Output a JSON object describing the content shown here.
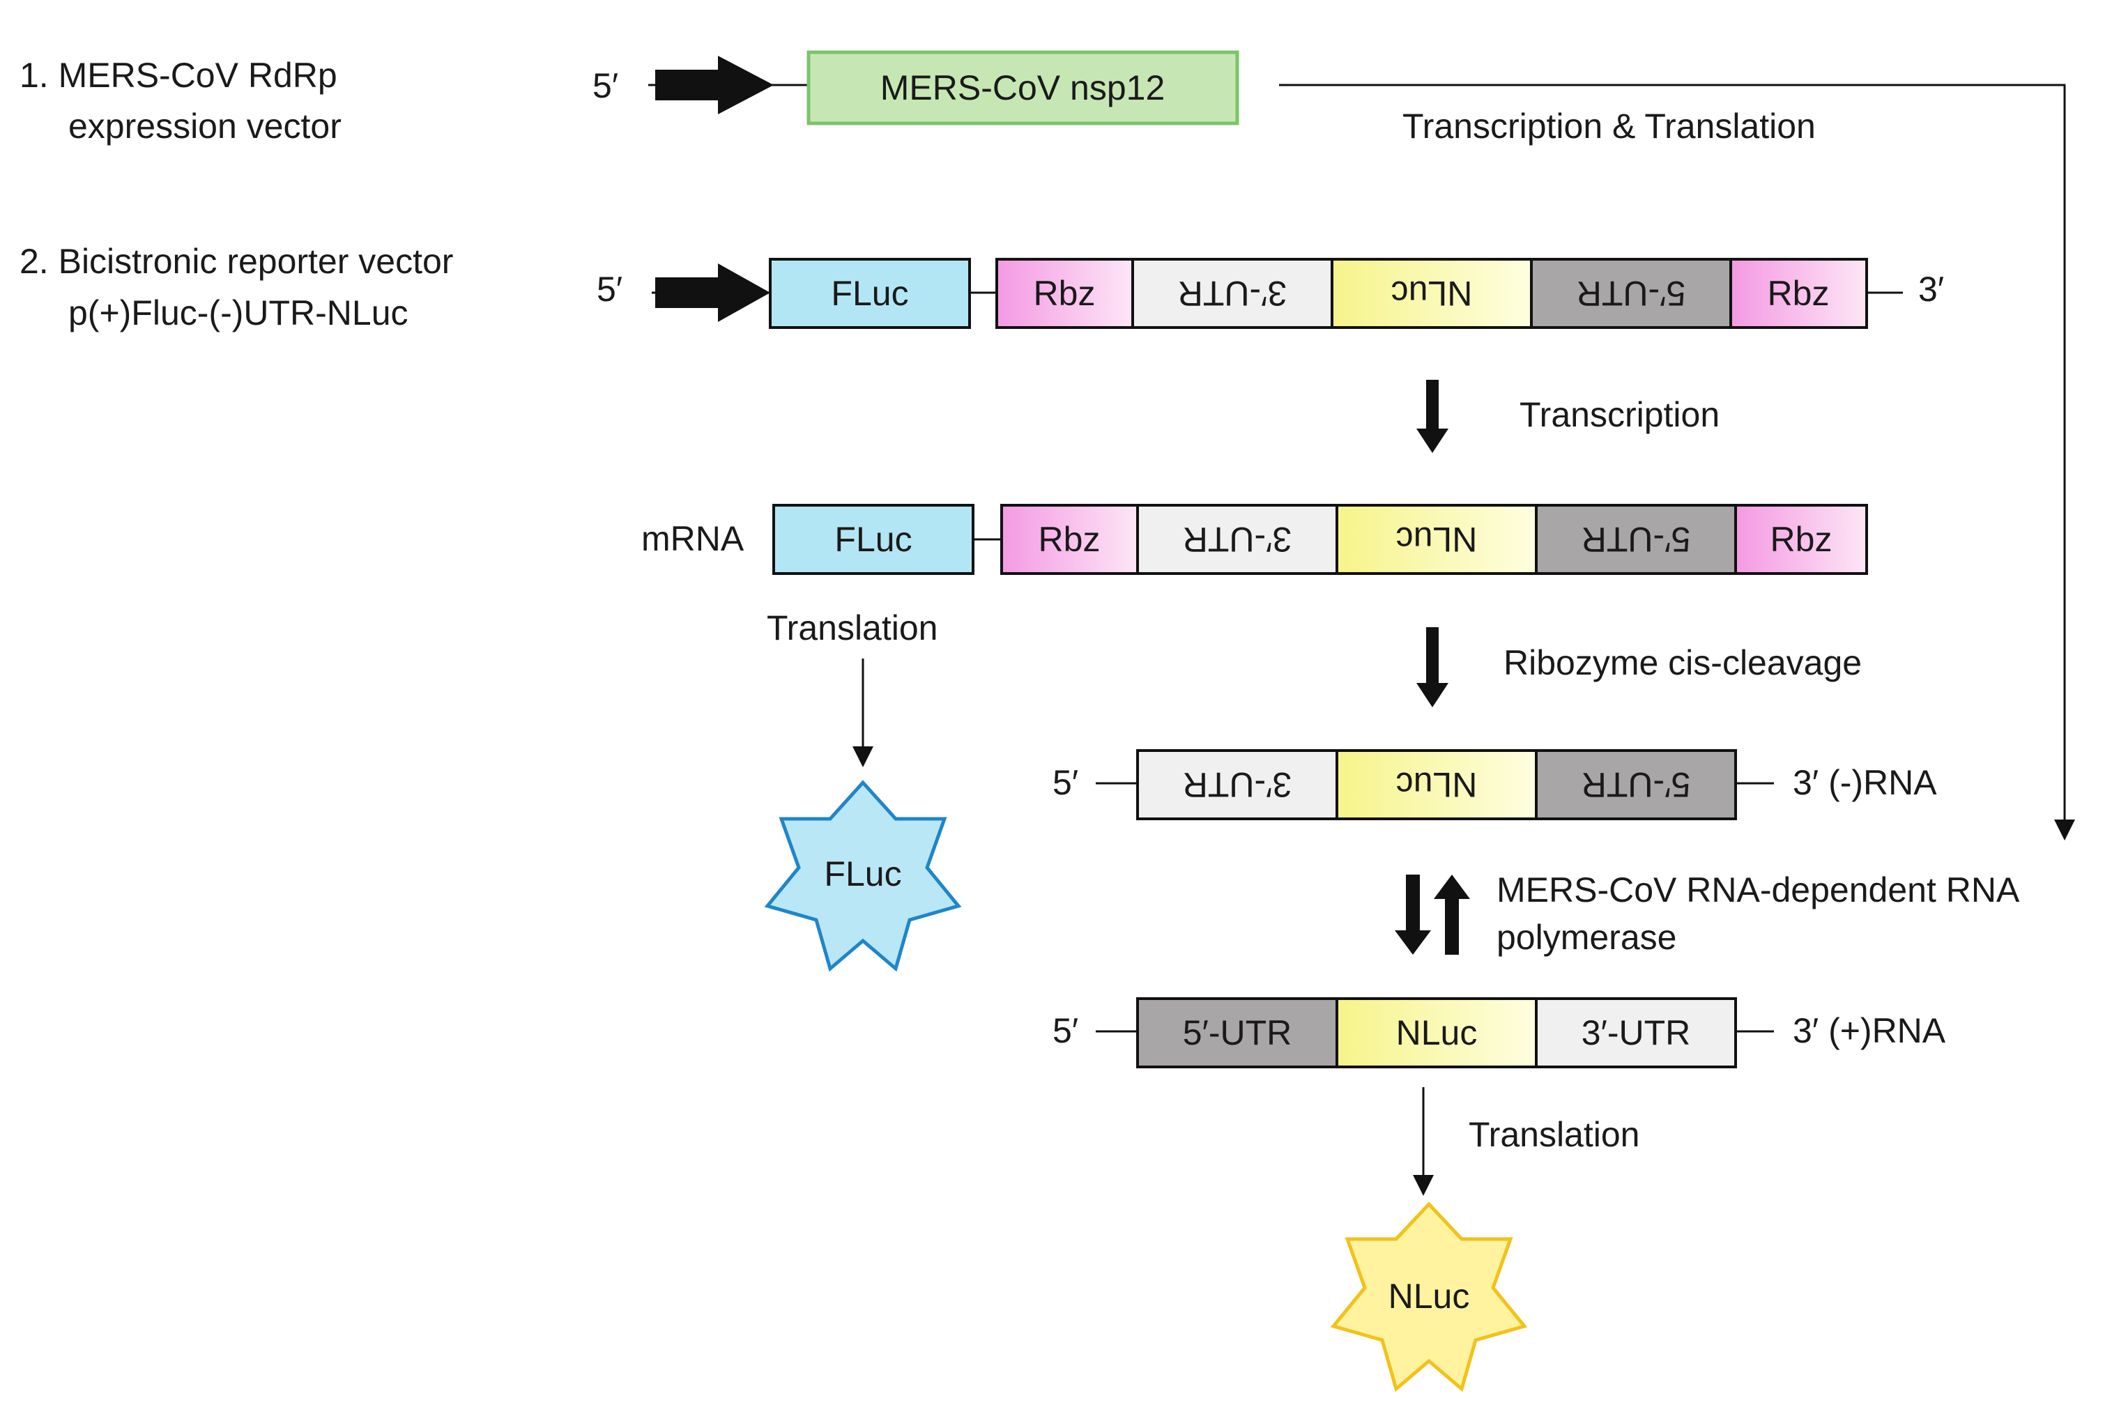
{
  "vectors": {
    "item1_line1": "1. MERS-CoV RdRp",
    "item1_line2": "expression vector",
    "item2_line1": "2. Bicistronic reporter vector",
    "item2_line2": "p(+)Fluc-(-)UTR-NLuc"
  },
  "ends": {
    "five_prime": "5′",
    "three_prime": "3′",
    "minus_rna": "3′ (-)RNA",
    "plus_rna": "3′ (+)RNA",
    "mrna": "mRNA"
  },
  "segments": {
    "nsp12": "MERS-CoV nsp12",
    "fluc": "FLuc",
    "rbz": "Rbz",
    "utr3": "3′-UTR",
    "nluc": "NLuc",
    "utr5": "5′-UTR"
  },
  "steps": {
    "transcription_translation": "Transcription & Translation",
    "transcription": "Transcription",
    "translation": "Translation",
    "ribozyme": "Ribozyme cis-cleavage",
    "rdrp_line1": "MERS-CoV RNA-dependent RNA",
    "rdrp_line2": "polymerase"
  },
  "products": {
    "fluc": "FLuc",
    "nluc": "NLuc"
  },
  "colors": {
    "nsp12_fill": "#c6e7b3",
    "nsp12_stroke": "#7cc46a",
    "fluc_fill": "#b3e6f4",
    "rbz_fill": "#f6b3e8",
    "utr3_fill": "#f0f0f0",
    "nluc_fill": "#fafa9f",
    "utr5_fill": "#a8a6a6",
    "fluc_star_fill": "#b9e7f6",
    "fluc_star_stroke": "#1f86c8",
    "nluc_star_fill": "#fff3a0",
    "nluc_star_stroke": "#f2c21a"
  }
}
